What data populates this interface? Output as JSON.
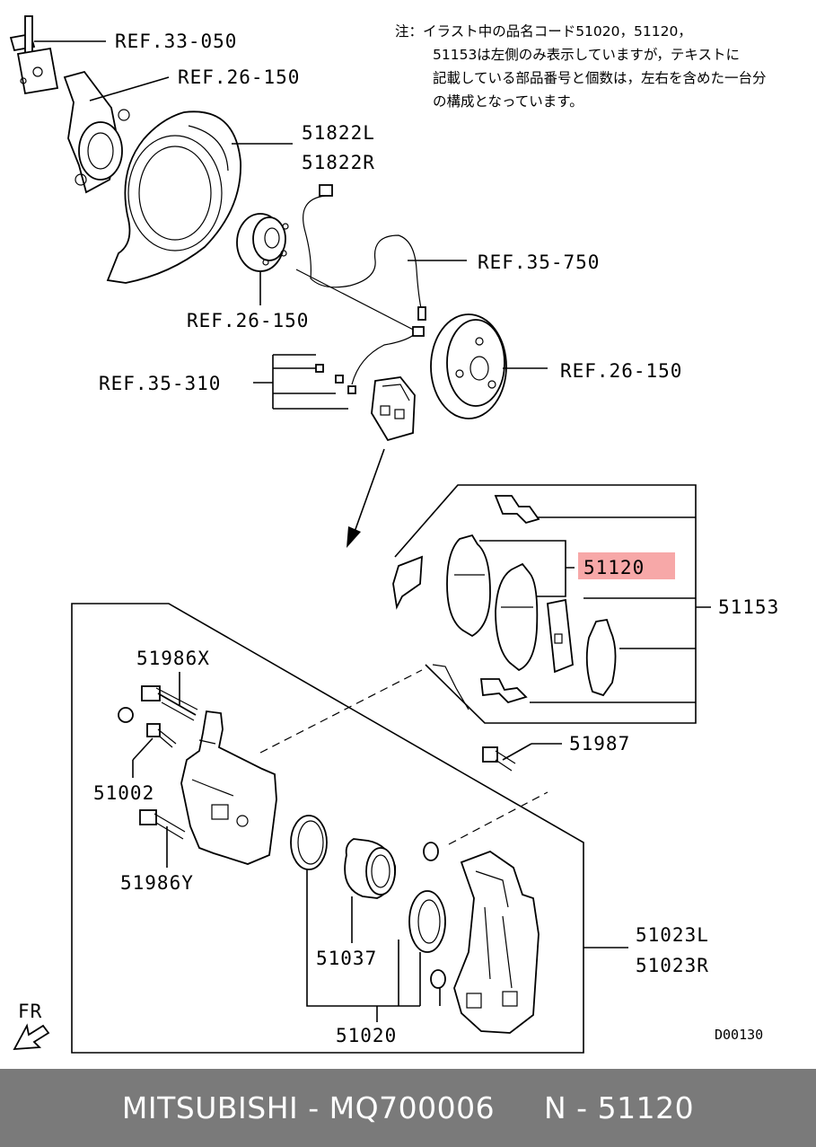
{
  "note": {
    "line1": "注：イラスト中の品名コード51020，51120，",
    "line2": "51153は左側のみ表示していますが，テキストに",
    "line3": "記載している部品番号と個数は，左右を含めた一台分",
    "line4": "の構成となっています。"
  },
  "labels": {
    "ref_33_050": "REF.33-050",
    "ref_26_150_a": "REF.26-150",
    "p51822L": "51822L",
    "p51822R": "51822R",
    "ref_35_750": "REF.35-750",
    "ref_26_150_b": "REF.26-150",
    "ref_35_310": "REF.35-310",
    "ref_26_150_c": "REF.26-150",
    "p51120": "51120",
    "p51153": "51153",
    "p51986X": "51986X",
    "p51987": "51987",
    "p51002": "51002",
    "p51986Y": "51986Y",
    "p51037": "51037",
    "p51023L": "51023L",
    "p51023R": "51023R",
    "p51020": "51020",
    "fr": "FR",
    "code": "D00130"
  },
  "highlight_color": "#f7a8a8",
  "footer": {
    "text": "MITSUBISHI - MQ700006     N - 51120"
  }
}
